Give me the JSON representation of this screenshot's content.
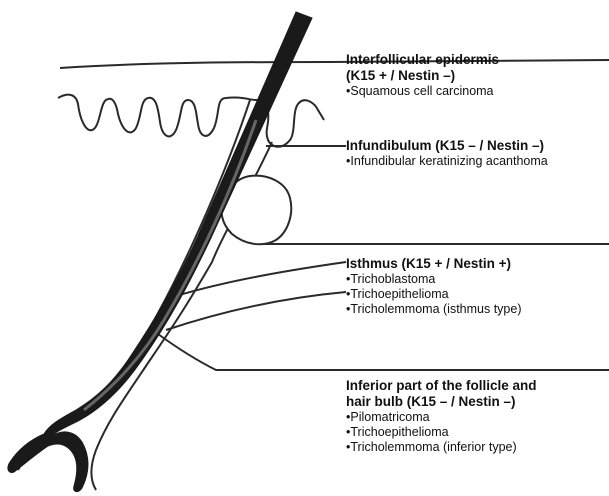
{
  "regions": [
    {
      "title_lines": [
        "Interfollicular epidermis",
        "(K15 + / Nestin –)"
      ],
      "items": [
        "Squamous cell carcinoma"
      ]
    },
    {
      "title_lines": [
        "Infundibulum (K15 – / Nestin –)"
      ],
      "items": [
        "Infundibular keratinizing acanthoma"
      ]
    },
    {
      "title_lines": [
        "Isthmus (K15 + / Nestin +)"
      ],
      "items": [
        "Trichoblastoma",
        "Trichoepithelioma",
        "Tricholemmoma (isthmus type)"
      ]
    },
    {
      "title_lines": [
        "Inferior part of the follicle and",
        "hair bulb (K15 – / Nestin –)"
      ],
      "items": [
        "Pilomatricoma",
        "Trichoepithelioma",
        "Tricholemmoma (inferior type)"
      ]
    }
  ],
  "colors": {
    "hair_shaft": "#1a1a1a",
    "outline": "#2a2a2a",
    "shading": "#9a9a9a",
    "text": "#111111"
  }
}
